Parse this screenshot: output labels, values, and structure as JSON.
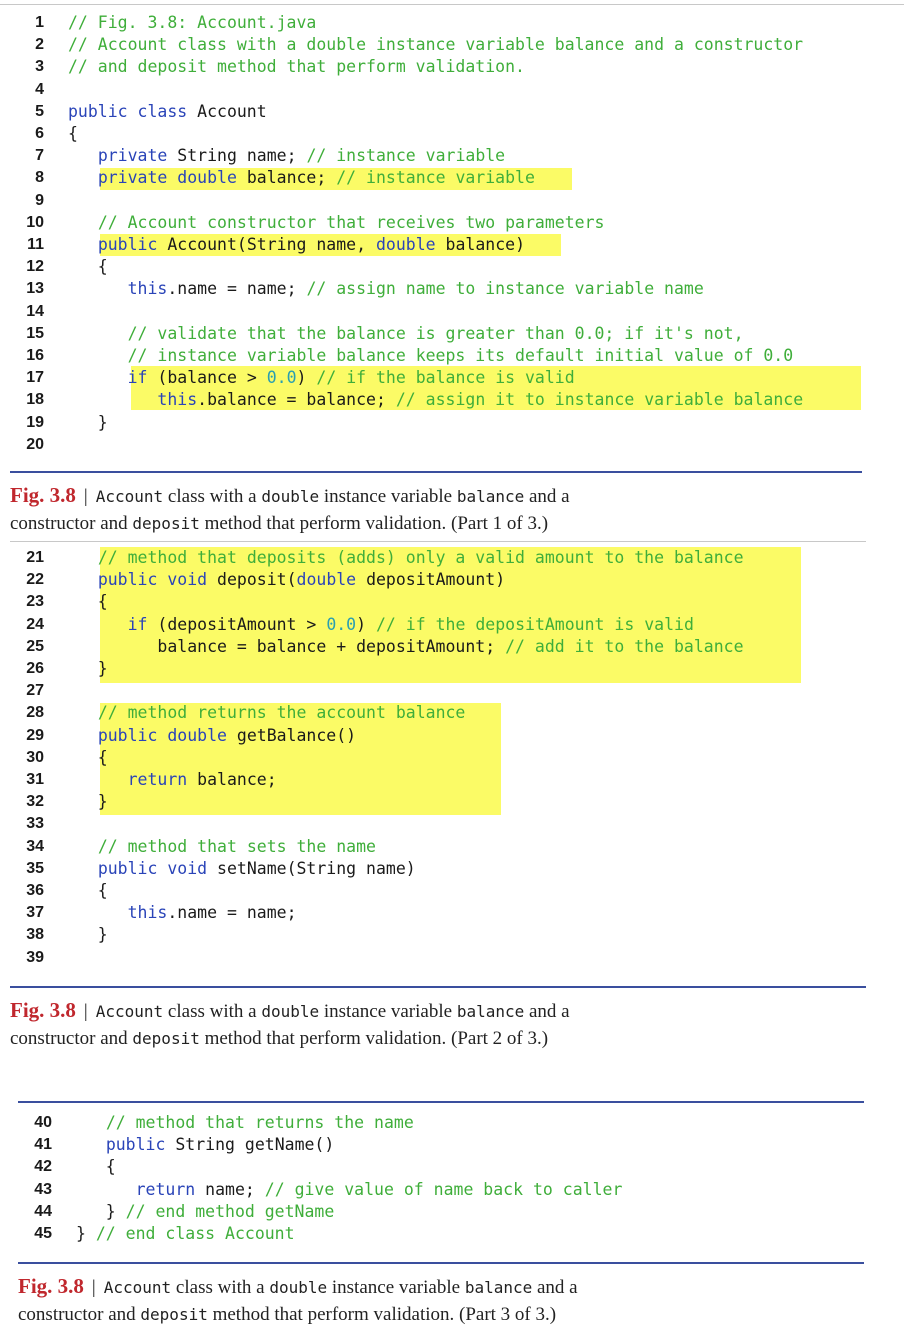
{
  "part1": {
    "lines": [
      {
        "n": "1",
        "t": [
          [
            "cm",
            "// Fig. 3.8: Account.java"
          ]
        ]
      },
      {
        "n": "2",
        "t": [
          [
            "cm",
            "// Account class with a double instance variable balance and a constructor"
          ]
        ]
      },
      {
        "n": "3",
        "t": [
          [
            "cm",
            "// and deposit method that perform validation."
          ]
        ]
      },
      {
        "n": "4",
        "t": []
      },
      {
        "n": "5",
        "t": [
          [
            "kw",
            "public class "
          ],
          [
            "tx",
            "Account"
          ]
        ]
      },
      {
        "n": "6",
        "t": [
          [
            "tx",
            "{"
          ]
        ]
      },
      {
        "n": "7",
        "t": [
          [
            "tx",
            "   "
          ],
          [
            "kw",
            "private "
          ],
          [
            "tx",
            "String name; "
          ],
          [
            "cm",
            "// instance variable"
          ]
        ]
      },
      {
        "n": "8",
        "t": [
          [
            "tx",
            "   "
          ],
          [
            "kw",
            "private double "
          ],
          [
            "tx",
            "balance; "
          ],
          [
            "cm",
            "// instance variable"
          ]
        ]
      },
      {
        "n": "9",
        "t": []
      },
      {
        "n": "10",
        "t": [
          [
            "tx",
            "   "
          ],
          [
            "cm",
            "// Account constructor that receives two parameters"
          ]
        ]
      },
      {
        "n": "11",
        "t": [
          [
            "tx",
            "   "
          ],
          [
            "kw",
            "public "
          ],
          [
            "tx",
            "Account(String name, "
          ],
          [
            "kw",
            "double "
          ],
          [
            "tx",
            "balance)"
          ]
        ]
      },
      {
        "n": "12",
        "t": [
          [
            "tx",
            "   {"
          ]
        ]
      },
      {
        "n": "13",
        "t": [
          [
            "tx",
            "      "
          ],
          [
            "kw",
            "this"
          ],
          [
            "tx",
            ".name = name; "
          ],
          [
            "cm",
            "// assign name to instance variable name"
          ]
        ]
      },
      {
        "n": "14",
        "t": []
      },
      {
        "n": "15",
        "t": [
          [
            "tx",
            "      "
          ],
          [
            "cm",
            "// validate that the balance is greater than 0.0; if it's not,"
          ]
        ]
      },
      {
        "n": "16",
        "t": [
          [
            "tx",
            "      "
          ],
          [
            "cm",
            "// instance variable balance keeps its default initial value of 0.0"
          ]
        ]
      },
      {
        "n": "17",
        "t": [
          [
            "tx",
            "      "
          ],
          [
            "kw",
            "if "
          ],
          [
            "tx",
            "(balance > "
          ],
          [
            "nm",
            "0.0"
          ],
          [
            "tx",
            ") "
          ],
          [
            "cm",
            "// if the balance is valid"
          ]
        ]
      },
      {
        "n": "18",
        "t": [
          [
            "tx",
            "         "
          ],
          [
            "kw",
            "this"
          ],
          [
            "tx",
            ".balance = balance; "
          ],
          [
            "cm",
            "// assign it to instance variable balance"
          ]
        ]
      },
      {
        "n": "19",
        "t": [
          [
            "tx",
            "   }"
          ]
        ]
      },
      {
        "n": "20",
        "t": []
      }
    ]
  },
  "part2": {
    "lines": [
      {
        "n": "21",
        "t": [
          [
            "tx",
            "   "
          ],
          [
            "cm",
            "// method that deposits (adds) only a valid amount to the balance"
          ]
        ]
      },
      {
        "n": "22",
        "t": [
          [
            "tx",
            "   "
          ],
          [
            "kw",
            "public void "
          ],
          [
            "tx",
            "deposit("
          ],
          [
            "kw",
            "double "
          ],
          [
            "tx",
            "depositAmount)"
          ]
        ]
      },
      {
        "n": "23",
        "t": [
          [
            "tx",
            "   {"
          ]
        ]
      },
      {
        "n": "24",
        "t": [
          [
            "tx",
            "      "
          ],
          [
            "kw",
            "if "
          ],
          [
            "tx",
            "(depositAmount > "
          ],
          [
            "nm",
            "0.0"
          ],
          [
            "tx",
            ") "
          ],
          [
            "cm",
            "// if the depositAmount is valid"
          ]
        ]
      },
      {
        "n": "25",
        "t": [
          [
            "tx",
            "         balance = balance + depositAmount; "
          ],
          [
            "cm",
            "// add it to the balance"
          ]
        ]
      },
      {
        "n": "26",
        "t": [
          [
            "tx",
            "   }"
          ]
        ]
      },
      {
        "n": "27",
        "t": []
      },
      {
        "n": "28",
        "t": [
          [
            "tx",
            "   "
          ],
          [
            "cm",
            "// method returns the account balance"
          ]
        ]
      },
      {
        "n": "29",
        "t": [
          [
            "tx",
            "   "
          ],
          [
            "kw",
            "public double "
          ],
          [
            "tx",
            "getBalance()"
          ]
        ]
      },
      {
        "n": "30",
        "t": [
          [
            "tx",
            "   {"
          ]
        ]
      },
      {
        "n": "31",
        "t": [
          [
            "tx",
            "      "
          ],
          [
            "kw",
            "return "
          ],
          [
            "tx",
            "balance;"
          ]
        ]
      },
      {
        "n": "32",
        "t": [
          [
            "tx",
            "   }"
          ]
        ]
      },
      {
        "n": "33",
        "t": []
      },
      {
        "n": "34",
        "t": [
          [
            "tx",
            "   "
          ],
          [
            "cm",
            "// method that sets the name"
          ]
        ]
      },
      {
        "n": "35",
        "t": [
          [
            "tx",
            "   "
          ],
          [
            "kw",
            "public void "
          ],
          [
            "tx",
            "setName(String name)"
          ]
        ]
      },
      {
        "n": "36",
        "t": [
          [
            "tx",
            "   {"
          ]
        ]
      },
      {
        "n": "37",
        "t": [
          [
            "tx",
            "      "
          ],
          [
            "kw",
            "this"
          ],
          [
            "tx",
            ".name = name;"
          ]
        ]
      },
      {
        "n": "38",
        "t": [
          [
            "tx",
            "   }"
          ]
        ]
      },
      {
        "n": "39",
        "t": []
      }
    ]
  },
  "part3": {
    "lines": [
      {
        "n": "40",
        "t": [
          [
            "tx",
            "   "
          ],
          [
            "cm",
            "// method that returns the name"
          ]
        ]
      },
      {
        "n": "41",
        "t": [
          [
            "tx",
            "   "
          ],
          [
            "kw",
            "public "
          ],
          [
            "tx",
            "String getName()"
          ]
        ]
      },
      {
        "n": "42",
        "t": [
          [
            "tx",
            "   {"
          ]
        ]
      },
      {
        "n": "43",
        "t": [
          [
            "tx",
            "      "
          ],
          [
            "kw",
            "return "
          ],
          [
            "tx",
            "name; "
          ],
          [
            "cm",
            "// give value of name back to caller"
          ]
        ]
      },
      {
        "n": "44",
        "t": [
          [
            "tx",
            "   } "
          ],
          [
            "cm",
            "// end method getName"
          ]
        ]
      },
      {
        "n": "45",
        "t": [
          [
            "tx",
            "} "
          ],
          [
            "cm",
            "// end class Account"
          ]
        ]
      }
    ]
  },
  "captions": [
    {
      "fig": "Fig. 3.8",
      "sep": "|",
      "a": "Account",
      "b": " class with a ",
      "c": "double",
      "d": " instance variable ",
      "e": "balance",
      "f": " and a",
      "g": "constructor and ",
      "h": "deposit",
      "i": " method that perform validation. (Part 1 of 3.)"
    },
    {
      "fig": "Fig. 3.8",
      "sep": "|",
      "a": "Account",
      "b": " class with a ",
      "c": "double",
      "d": " instance variable ",
      "e": "balance",
      "f": " and a",
      "g": "constructor and ",
      "h": "deposit",
      "i": " method that perform validation. (Part 2 of 3.)"
    },
    {
      "fig": "Fig. 3.8",
      "sep": "|",
      "a": "Account",
      "b": " class with a ",
      "c": "double",
      "d": " instance variable ",
      "e": "balance",
      "f": " and a",
      "g": "constructor and ",
      "h": "deposit",
      "i": " method that perform validation. (Part 3 of 3.)"
    }
  ],
  "colors": {
    "keyword": "#2a44b8",
    "comment": "#3fae3a",
    "number": "#2a9fb0",
    "highlight": "#fbfb66",
    "fig_label": "#c0272d",
    "rule": "#3a4f9e"
  }
}
